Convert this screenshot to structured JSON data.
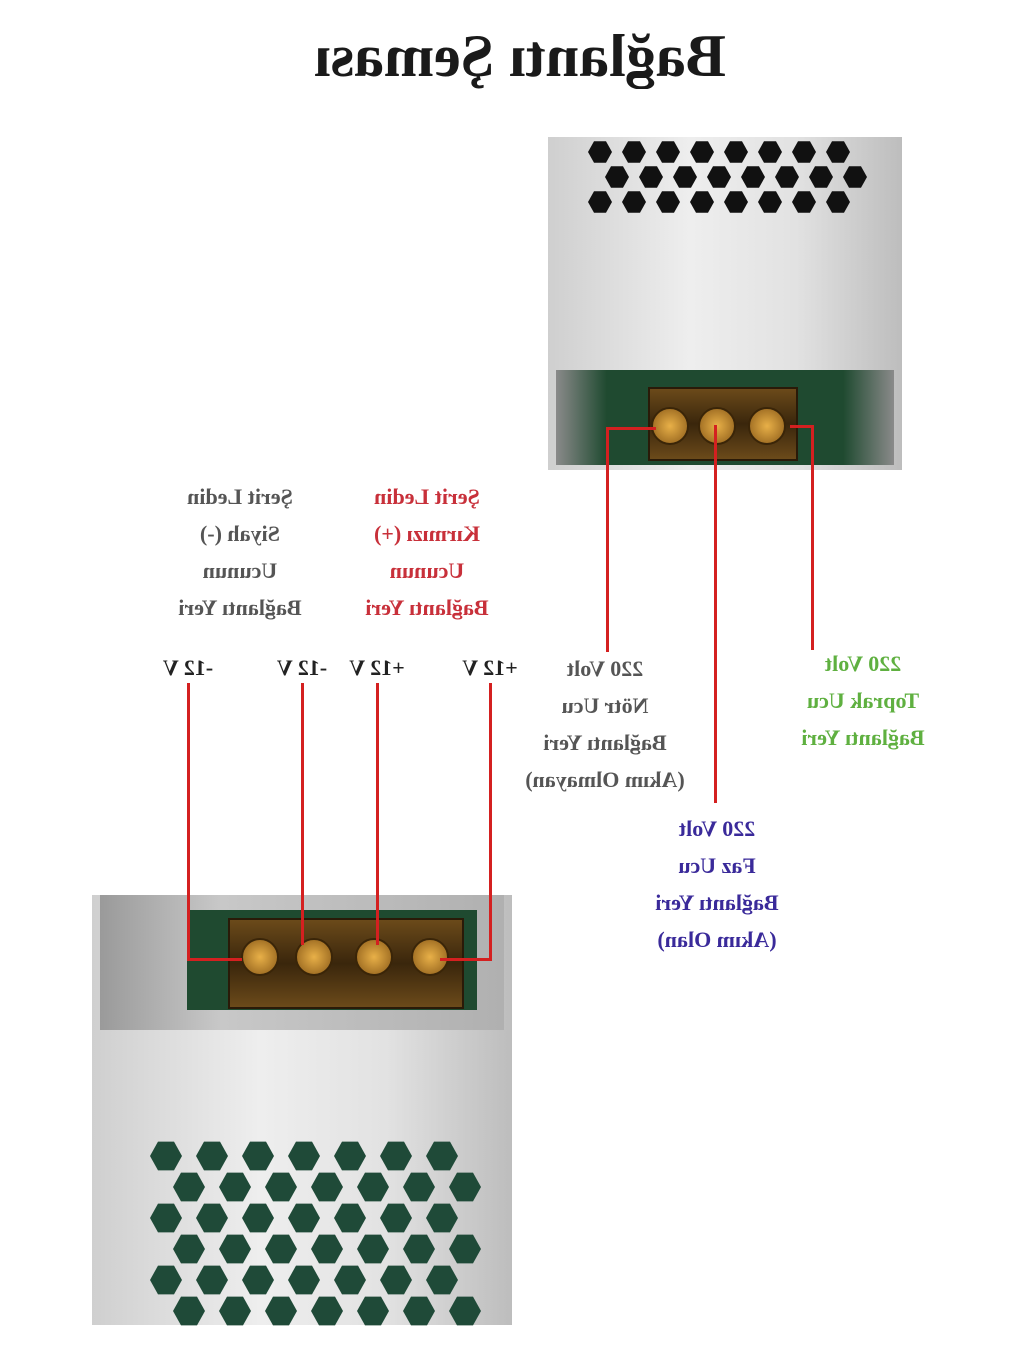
{
  "title": "Bağlantı Şeması",
  "led_black": [
    "Şerit Ledin",
    "Siyah (-)",
    "Ucunun",
    "Bağlantı Yeri"
  ],
  "led_red": [
    "Şerit Ledin",
    "Kırmızı (+)",
    "Ucunun",
    "Bağlantı Yeri"
  ],
  "terminals": [
    "-12 V",
    "-12 V",
    "+12 V",
    "+12 V"
  ],
  "neutral": [
    "220 Volt",
    "Nötr Ucu",
    "Bağlantı Yeri",
    "(Akım Olmayan)"
  ],
  "ground": [
    "220 Volt",
    "Toprak Ucu",
    "Bağlantı Yeri"
  ],
  "phase": [
    "220 Volt",
    "Faz Ucu",
    "Bağlantı Yeri",
    "(Akım Olan)"
  ],
  "colors": {
    "red": "#c8303a",
    "green": "#5fb040",
    "blue": "#3a2a9a",
    "grey": "#555555",
    "wire": "#d42020"
  }
}
